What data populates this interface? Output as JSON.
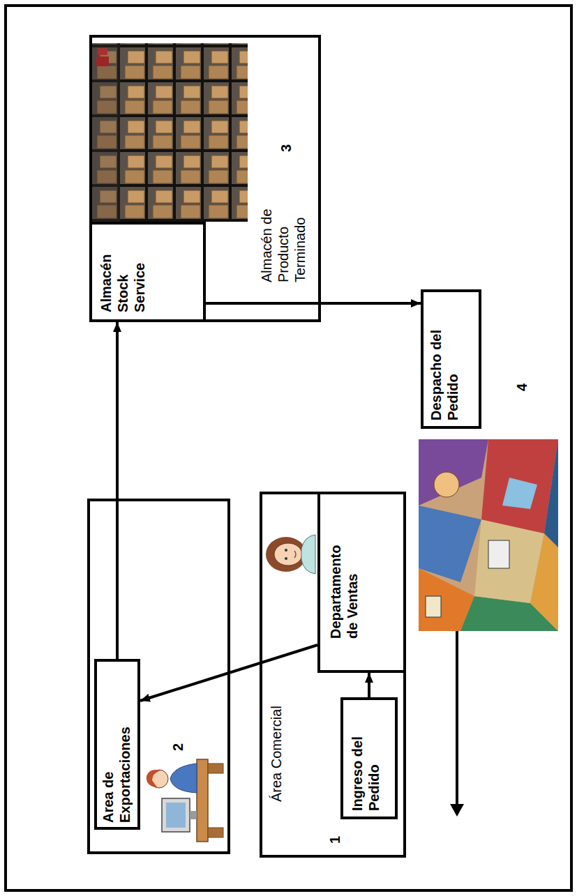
{
  "diagram": {
    "nodes": [
      {
        "text": [
          "Área Comercial",
          "1"
        ]
      },
      {
        "text": [
          "Ingreso del Pedido"
        ],
        "in": 0
      },
      {
        "text": [
          "Departamento de Ventas"
        ],
        "in": 0
      },
      {
        "text": [
          "2"
        ]
      },
      {
        "text": [
          "Area de Exportaciones"
        ],
        "in": 3
      },
      {
        "text": [
          "Almacén de Producto Terminado",
          "3"
        ]
      },
      {
        "text": [
          "Almacén Stock Service"
        ],
        "in": 5
      },
      {
        "text": [
          "Despacho del Pedido"
        ]
      }
    ],
    "edges": [
      {
        "from": 1,
        "to": 2,
        "arrow": "to"
      },
      {
        "from": 2,
        "to": 4,
        "arrow": "to"
      },
      {
        "from": 4,
        "to": 6,
        "arrow": "to"
      },
      {
        "from": 6,
        "to": 7,
        "arrow": "to"
      }
    ],
    "labels": [
      "4"
    ]
  }
}
